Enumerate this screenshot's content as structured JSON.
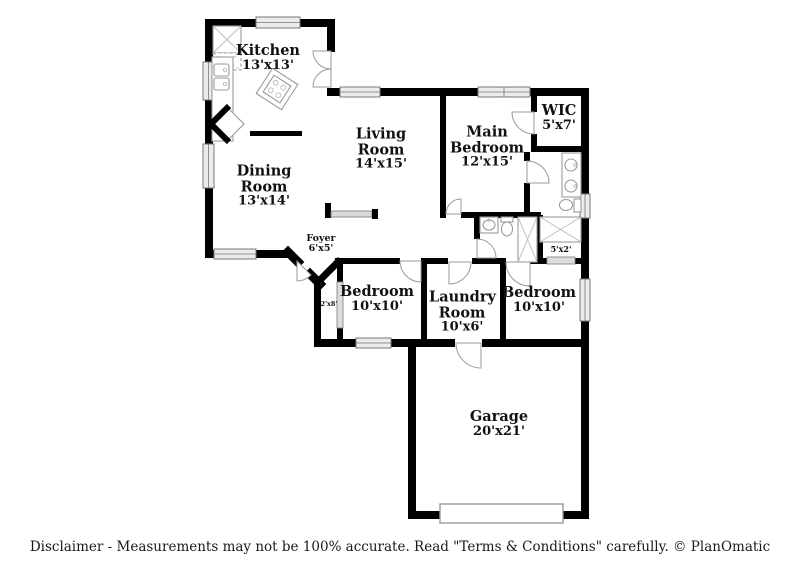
{
  "rooms": {
    "kitchen": {
      "name": "Kitchen",
      "dims": "13'x13'"
    },
    "dining": {
      "name": "Dining Room",
      "dims": "13'x14'"
    },
    "living": {
      "name": "Living Room",
      "dims": "14'x15'"
    },
    "main_bedroom": {
      "name": "Main Bedroom",
      "dims": "12'x15'"
    },
    "wic": {
      "name": "WIC",
      "dims": "5'x7'"
    },
    "foyer": {
      "name": "Foyer",
      "dims": "6'x5'"
    },
    "bedroom_left": {
      "name": "Bedroom",
      "dims": "10'x10'"
    },
    "laundry": {
      "name": "Laundry Room",
      "dims": "10'x6'"
    },
    "bedroom_right": {
      "name": "Bedroom",
      "dims": "10'x10'"
    },
    "garage": {
      "name": "Garage",
      "dims": "20'x21'"
    },
    "hall_closet": {
      "dims": "5'x2'"
    },
    "bedroom_closet": {
      "dims": "2'x8'"
    }
  },
  "footer": {
    "disclaimer": "Disclaimer - Measurements may not be 100% accurate. Read \"Terms & Conditions\" carefully. © PlanOmatic"
  },
  "colors": {
    "wall": "#000000",
    "window_fill": "#ececec",
    "fixture_stroke": "#9a9a9a"
  }
}
